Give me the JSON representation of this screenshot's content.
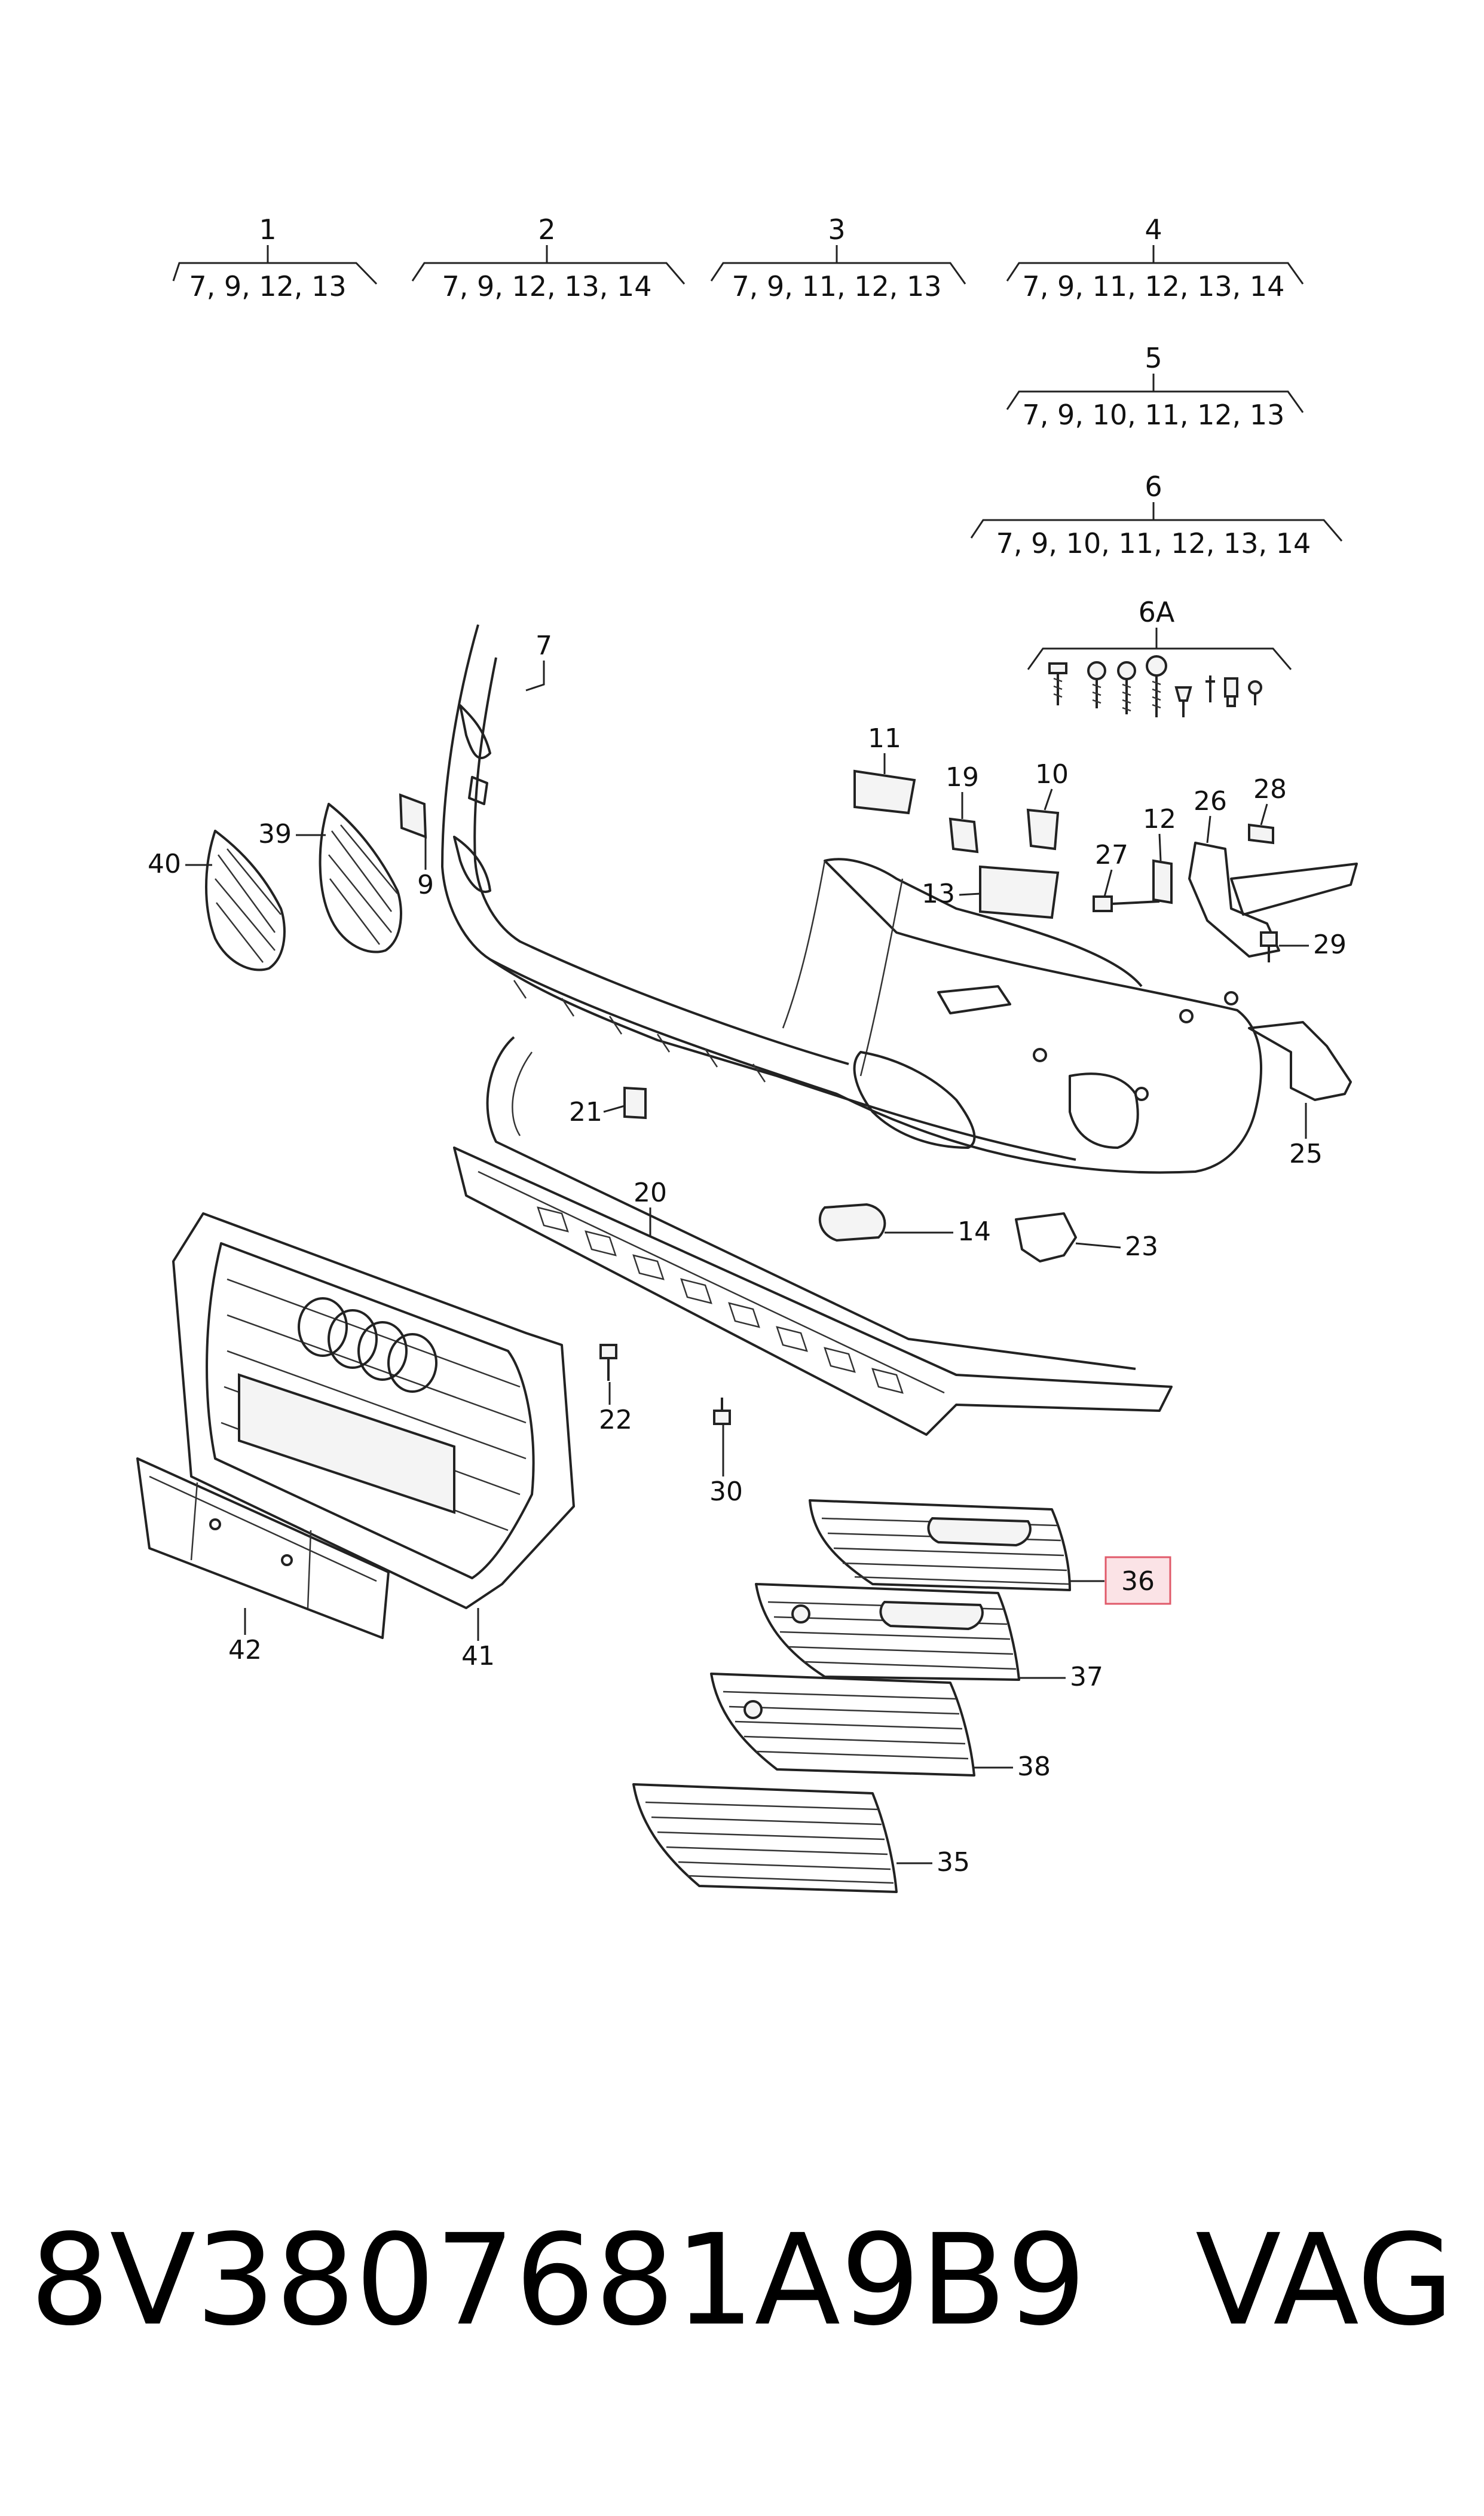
{
  "group_labels": [
    {
      "num": "1",
      "items": "7, 9, 12, 13"
    },
    {
      "num": "2",
      "items": "7, 9, 12, 13, 14"
    },
    {
      "num": "3",
      "items": "7, 9, 11, 12, 13"
    },
    {
      "num": "4",
      "items": "7, 9, 11, 12, 13, 14"
    },
    {
      "num": "5",
      "items": "7, 9, 10, 11, 12, 13"
    },
    {
      "num": "6",
      "items": "7, 9, 10, 11, 12, 13, 14"
    },
    {
      "num": "6A",
      "items": ""
    }
  ],
  "callouts": [
    "7",
    "11",
    "19",
    "10",
    "12",
    "26",
    "28",
    "27",
    "29",
    "13",
    "40",
    "39",
    "9",
    "21",
    "25",
    "20",
    "14",
    "23",
    "22",
    "30",
    "36",
    "37",
    "38",
    "35",
    "42",
    "41"
  ],
  "highlighted_callout": "36",
  "highlight_color": "#e05a6a",
  "footer": {
    "part_number": "8V3807681A9B9",
    "brand": "VAG"
  }
}
